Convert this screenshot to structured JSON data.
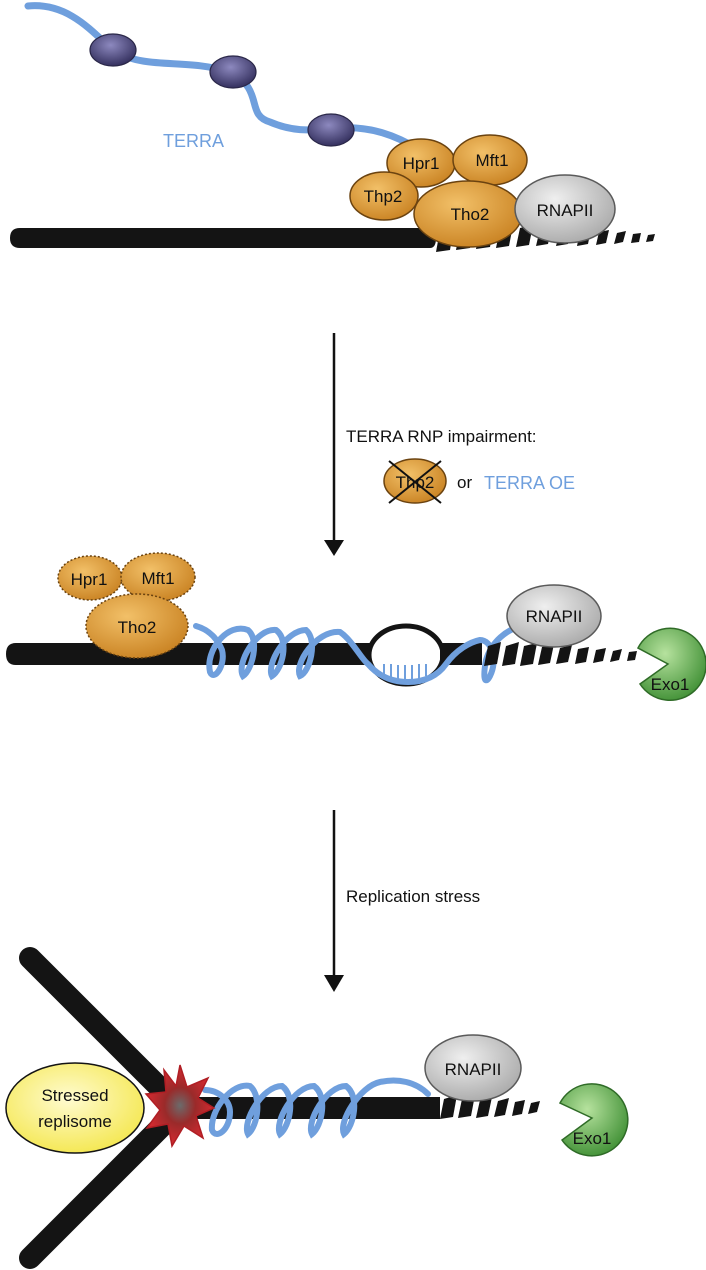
{
  "colors": {
    "dna": "#141414",
    "terra": "#6f9fdd",
    "tho_fill": "#d9962f",
    "tho_stroke": "#6b4310",
    "rnapii_fill": "#bdbdbd",
    "nucleosome": "#4d4a7e",
    "exo1": "#5aa84a",
    "replisome": "#fff35c",
    "stress_star": "#c2272d"
  },
  "icons": [
    "nucleosome-icon",
    "rnapii-icon",
    "exo1-icon",
    "stress-star-icon",
    "arrow-down-icon"
  ],
  "panel1": {
    "terra_label": "TERRA",
    "proteins": {
      "hpr1": "Hpr1",
      "mft1": "Mft1",
      "thp2": "Thp2",
      "tho2": "Tho2",
      "rnapii": "RNAPII"
    }
  },
  "transition1": {
    "caption": "TERRA RNP impairment:",
    "thp2_deleted": "Thp2",
    "or_text": "or",
    "terra_oe": "TERRA OE"
  },
  "panel2": {
    "proteins": {
      "hpr1": "Hpr1",
      "mft1": "Mft1",
      "tho2": "Tho2",
      "rnapii": "RNAPII",
      "exo1": "Exo1"
    }
  },
  "transition2": {
    "caption": "Replication stress"
  },
  "panel3": {
    "replisome_line1": "Stressed",
    "replisome_line2": "replisome",
    "rnapii": "RNAPII",
    "exo1": "Exo1"
  }
}
